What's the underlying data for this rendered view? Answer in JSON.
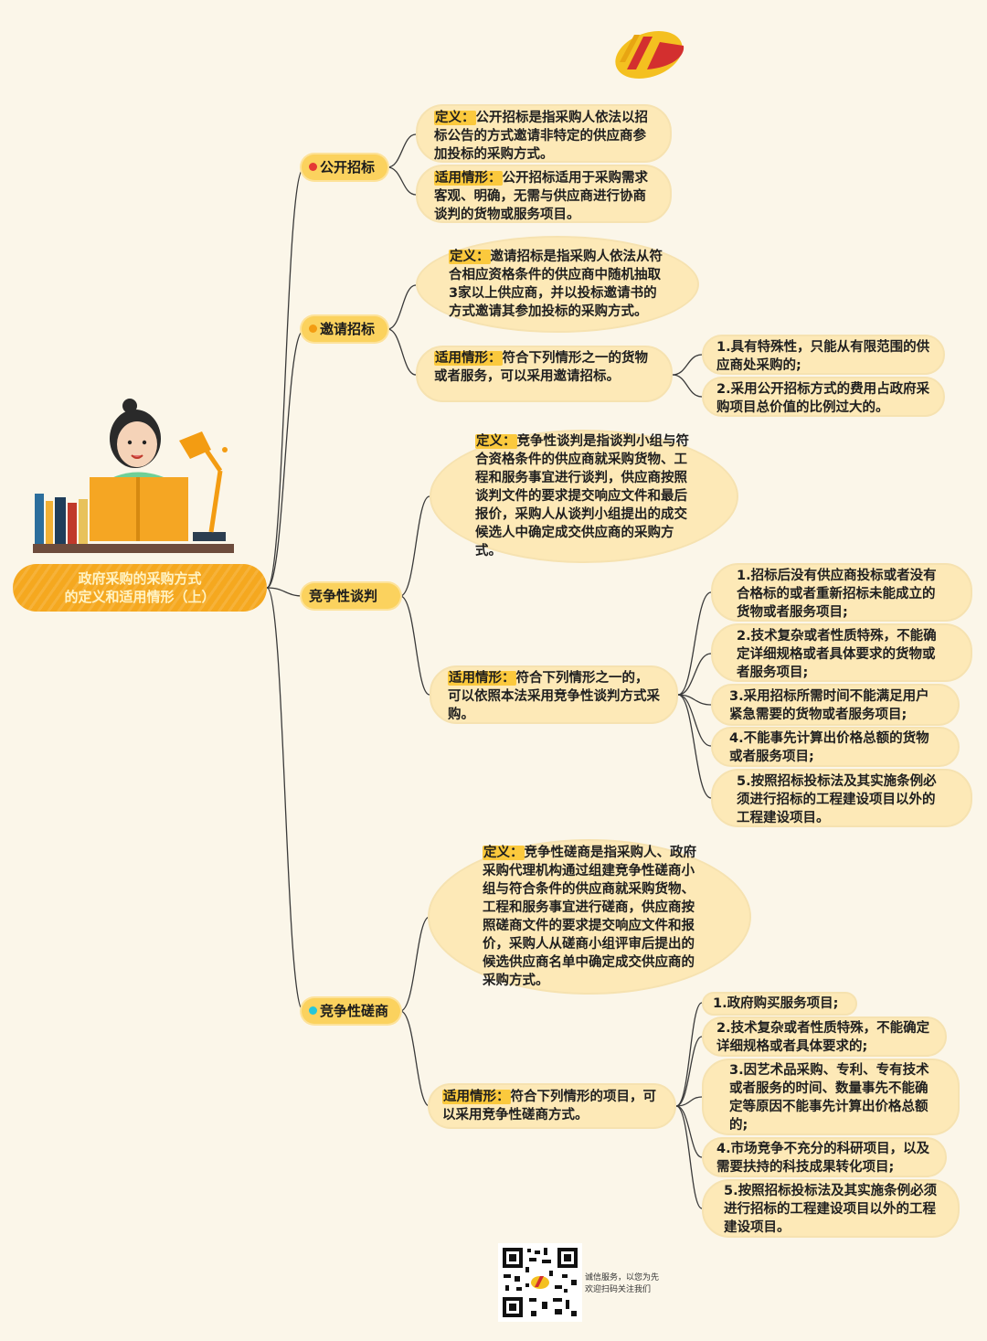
{
  "root": {
    "line1": "政府采购的采购方式",
    "line2": "的定义和适用情形（上）"
  },
  "branches": [
    {
      "name": "公开招标",
      "dot_color": "#e53935",
      "definition": {
        "label": "定义：",
        "text": "公开招标是指采购人依法以招标公告的方式邀请非特定的供应商参加投标的采购方式。"
      },
      "applicable": {
        "label": "适用情形：",
        "text": "公开招标适用于采购需求客观、明确，无需与供应商进行协商谈判的货物或服务项目。"
      }
    },
    {
      "name": "邀请招标",
      "dot_color": "#f39c12",
      "definition": {
        "label": "定义：",
        "text": "邀请招标是指采购人依法从符合相应资格条件的供应商中随机抽取3家以上供应商，并以投标邀请书的方式邀请其参加投标的采购方式。"
      },
      "applicable": {
        "label": "适用情形：",
        "text": "符合下列情形之一的货物或者服务，可以采用邀请招标。"
      },
      "items": [
        "1.具有特殊性，只能从有限范围的供应商处采购的;",
        "2.采用公开招标方式的费用占政府采购项目总价值的比例过大的。"
      ]
    },
    {
      "name": "竞争性谈判",
      "dot_color": "",
      "definition": {
        "label": "定义：",
        "text": "竞争性谈判是指谈判小组与符合资格条件的供应商就采购货物、工程和服务事宜进行谈判，供应商按照谈判文件的要求提交响应文件和最后报价，采购人从谈判小组提出的成交候选人中确定成交供应商的采购方式。"
      },
      "applicable": {
        "label": "适用情形：",
        "text": "符合下列情形之一的，可以依照本法采用竞争性谈判方式采购。"
      },
      "items": [
        "1.招标后没有供应商投标或者没有合格标的或者重新招标未能成立的货物或者服务项目;",
        "2.技术复杂或者性质特殊，不能确定详细规格或者具体要求的货物或者服务项目;",
        "3.采用招标所需时间不能满足用户紧急需要的货物或者服务项目;",
        "4.不能事先计算出价格总额的货物或者服务项目;",
        "5.按照招标投标法及其实施条例必须进行招标的工程建设项目以外的工程建设项目。"
      ]
    },
    {
      "name": "竞争性磋商",
      "dot_color": "#26c6da",
      "definition": {
        "label": "定义：",
        "text": "竞争性磋商是指采购人、政府采购代理机构通过组建竞争性磋商小组与符合条件的供应商就采购货物、工程和服务事宜进行磋商，供应商按照磋商文件的要求提交响应文件和报价，采购人从磋商小组评审后提出的候选供应商名单中确定成交供应商的采购方式。"
      },
      "applicable": {
        "label": "适用情形：",
        "text": "符合下列情形的项目，可以采用竞争性磋商方式。"
      },
      "items": [
        "1.政府购买服务项目;",
        "2.技术复杂或者性质特殊，不能确定详细规格或者具体要求的;",
        "3.因艺术品采购、专利、专有技术或者服务的时间、数量事先不能确定等原因不能事先计算出价格总额的;",
        "4.市场竞争不充分的科研项目，以及需要扶持的科技成果转化项目;",
        "5.按照招标投标法及其实施条例必须进行招标的工程建设项目以外的工程建设项目。"
      ]
    }
  ],
  "footer": {
    "line1": "诚信服务，以您为先",
    "line2": "欢迎扫码关注我们"
  },
  "colors": {
    "background": "#fbf6e9",
    "node_fill": "#fde9b7",
    "label_highlight": "#fbc93d",
    "root_fill": "#f5a81f",
    "connector": "#3a3a3a"
  }
}
